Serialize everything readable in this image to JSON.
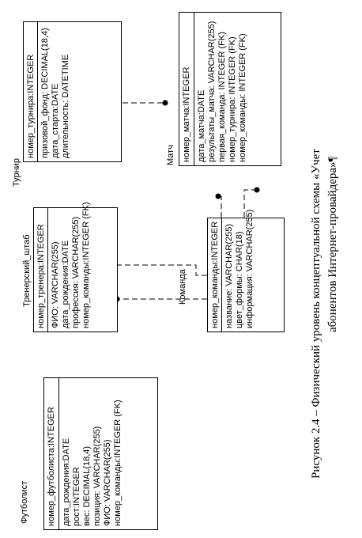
{
  "entities": {
    "match": {
      "name": "Матч",
      "key": "номер_матча:INTEGER",
      "attrs": [
        "дата_матча:DATE",
        "результаты_матча: VARCHAR(255)",
        "первая_команда: INTEGER (FK)",
        "номер_турнира: INTEGER (FK)",
        "номер_команды: INTEGER (FK)"
      ]
    },
    "tournament": {
      "name": "Турнир",
      "key": "номер_турнира:INTEGER",
      "attrs": [
        "призовой_фонд: DECIMAL(18,4)",
        "дата_старта:DATE",
        "длительность: DATETIME"
      ]
    },
    "coaching": {
      "name": "Тренерский_штаб",
      "key": "номер_тренера:INTEGER",
      "attrs": [
        "ФИО: VARCHAR(255)",
        "дата_рождения:DATE",
        "профессия: VARCHAR(255)",
        "номер_команды:INTEGER (FK)"
      ]
    },
    "team": {
      "name": "Команда",
      "key": "номер_команды:INTEGER",
      "attrs": [
        "название: VARCHAR(255)",
        "цвет_формы: CHAR(18)",
        "информация: VARCHAR(255)"
      ]
    },
    "player": {
      "name": "Футболист",
      "key": "номер_футболиста:INTEGER",
      "attrs": [
        "дата_рождения:DATE",
        "рост:INTEGER",
        "вес: DECIMAL(18,4)",
        "позиция: VARCHAR(255)",
        "ФИО: VARCHAR(255)",
        "номер_команды:INTEGER (FK)"
      ]
    }
  },
  "caption": {
    "line1": "Рисунок 2.4 – Физический уровень концептуальной схемы «Учет",
    "line2": "абонентов Интернет-провайдера»¶"
  }
}
